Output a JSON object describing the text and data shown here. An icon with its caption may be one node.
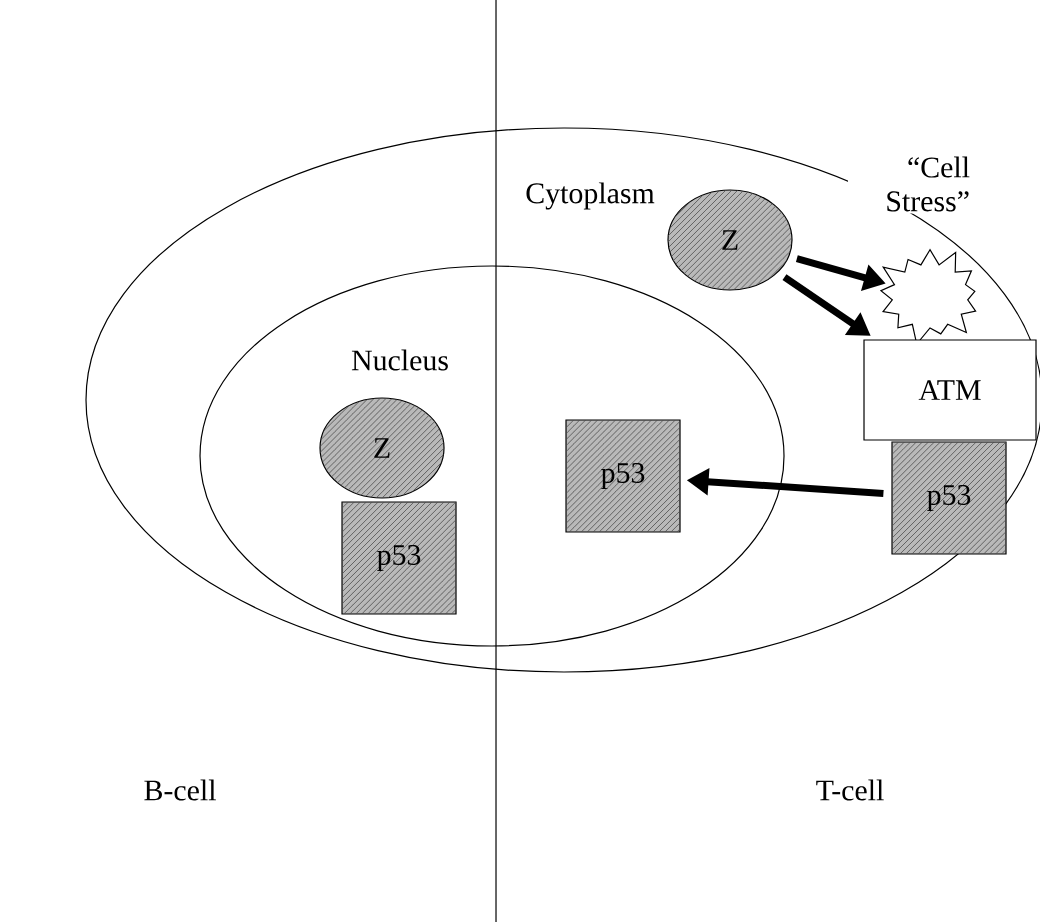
{
  "diagram": {
    "nodes": [
      {
        "text": [
          "Cytoplasm"
        ]
      },
      {
        "text": [
          "Z"
        ],
        "in": 0
      },
      {
        "text": [
          "“Cell Stress”"
        ],
        "in": 0
      },
      {
        "text": [
          "ATM"
        ],
        "in": 0
      },
      {
        "text": [
          "Nucleus"
        ],
        "in": 0
      },
      {
        "text": [
          "Z"
        ],
        "in": 4
      },
      {
        "text": [
          "p53"
        ],
        "in": 4
      },
      {
        "text": [
          "p53"
        ],
        "in": 4
      },
      {
        "text": [
          "p53"
        ],
        "in": 0
      }
    ],
    "edges": [
      {
        "from": 1,
        "to": 2,
        "arrow": "to"
      },
      {
        "from": 1,
        "to": 3,
        "arrow": "to"
      },
      {
        "from": 8,
        "to": 7,
        "arrow": "to"
      }
    ],
    "labels": [
      "B-cell",
      "T-cell"
    ]
  }
}
